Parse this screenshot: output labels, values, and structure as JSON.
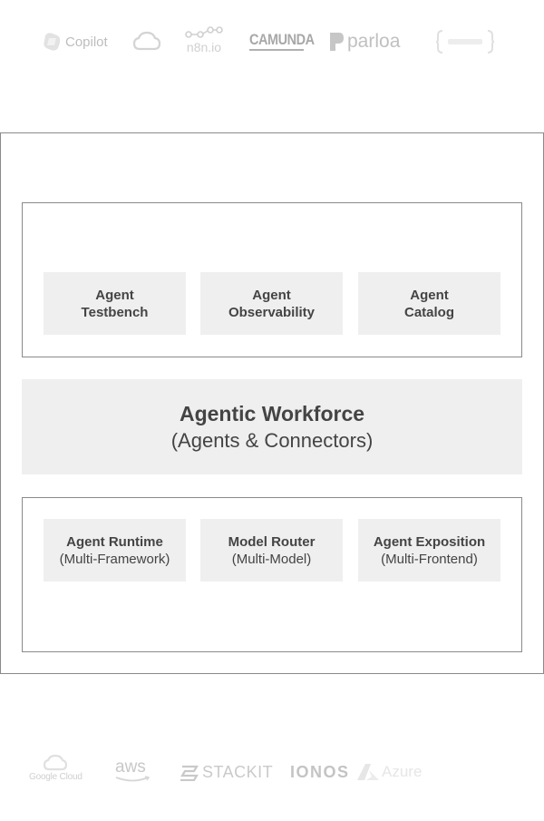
{
  "partner_logos_top": [
    {
      "name": "Copilot",
      "text": "Copilot",
      "icon": "copilot-icon"
    },
    {
      "name": "Cloud",
      "text": "",
      "icon": "cloud-icon"
    },
    {
      "name": "n8n",
      "text": "n8n.io",
      "icon": "n8n-icon"
    },
    {
      "name": "Camunda",
      "text": "CAMUNDA",
      "icon": ""
    },
    {
      "name": "parloa",
      "text": "parloa",
      "icon": "parloa-icon"
    },
    {
      "name": "bracket-logo",
      "text": "",
      "icon": "bracket-icon"
    }
  ],
  "diagram": {
    "top_panel": {
      "boxes": [
        {
          "title": "Agent",
          "subtitle": "Testbench"
        },
        {
          "title": "Agent",
          "subtitle": "Observability"
        },
        {
          "title": "Agent",
          "subtitle": "Catalog"
        }
      ]
    },
    "workforce": {
      "title": "Agentic Workforce",
      "subtitle": "(Agents & Connectors)"
    },
    "bottom_panel": {
      "boxes": [
        {
          "title": "Agent Runtime",
          "subtitle": "(Multi-Framework)"
        },
        {
          "title": "Model Router",
          "subtitle": "(Multi-Model)"
        },
        {
          "title": "Agent Exposition",
          "subtitle": "(Multi-Frontend)"
        }
      ]
    }
  },
  "partner_logos_bottom": [
    {
      "name": "Google Cloud",
      "text": "Google Cloud",
      "icon": "google-cloud-icon"
    },
    {
      "name": "aws",
      "text": "aws",
      "icon": "aws-icon"
    },
    {
      "name": "STACKIT",
      "text": "STACKIT",
      "icon": "stackit-icon"
    },
    {
      "name": "IONOS",
      "text": "IONOS",
      "icon": ""
    },
    {
      "name": "Azure",
      "text": "Azure",
      "icon": "azure-icon"
    }
  ],
  "colors": {
    "box_fill": "#efefef",
    "border": "#8a8a8a",
    "text": "#444444",
    "logo_gray": "#c9c9c9"
  }
}
